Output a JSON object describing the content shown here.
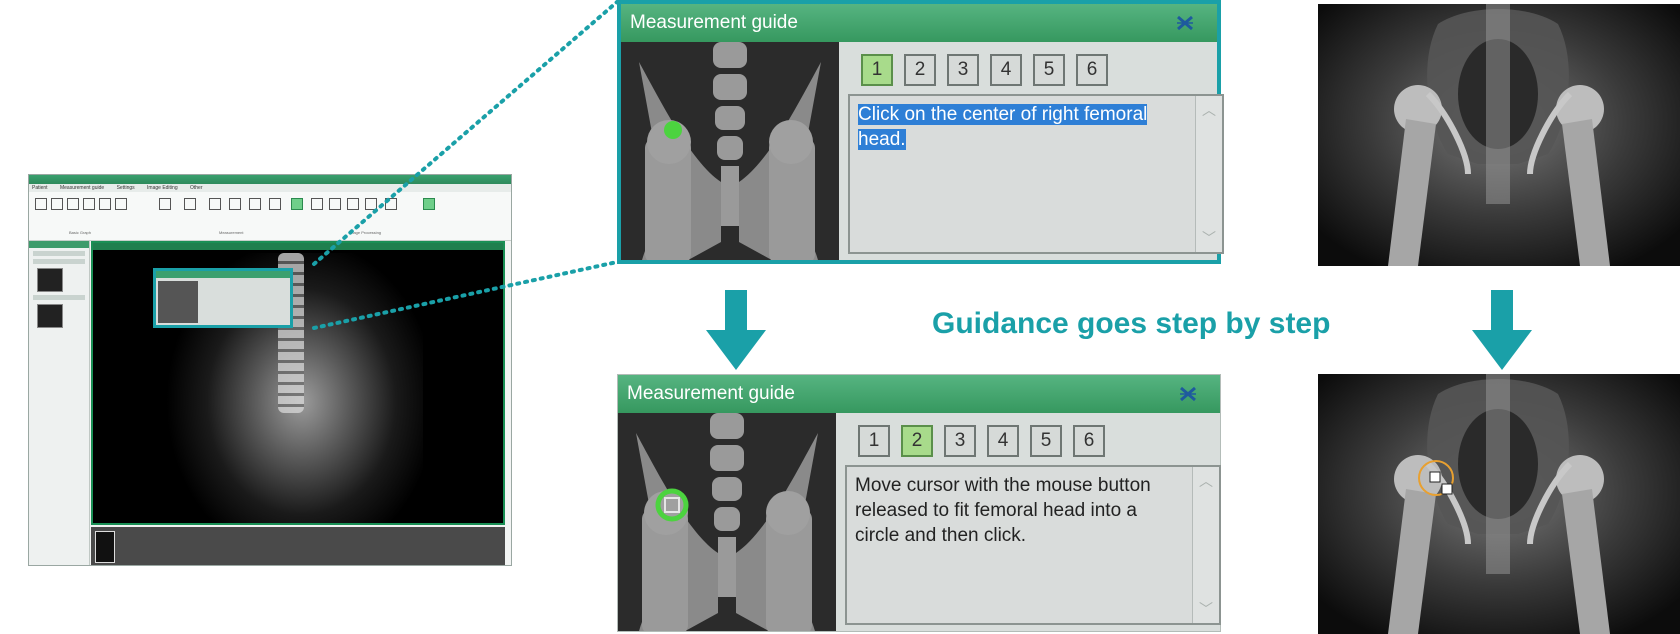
{
  "mini_app": {
    "menu": [
      "Patient",
      "Measurement guide",
      "Settings",
      "Image Editing",
      "Other"
    ],
    "ribbon_groups": [
      "Basic Graph",
      "Measurement",
      "Image Processing"
    ]
  },
  "guide_top": {
    "title": "Measurement guide",
    "steps": [
      "1",
      "2",
      "3",
      "4",
      "5",
      "6"
    ],
    "active_step": "1",
    "instruction": "Click on the center of right femoral head."
  },
  "guide_bottom": {
    "title": "Measurement guide",
    "steps": [
      "1",
      "2",
      "3",
      "4",
      "5",
      "6"
    ],
    "active_step": "2",
    "instruction": "Move cursor with the mouse button released to fit femoral head into a circle and then click."
  },
  "caption": "Guidance goes step by step",
  "colors": {
    "teal": "#1aa0a8",
    "green_header": "#3ca06f",
    "active_step": "#a8db8b",
    "selection": "#2e7fd6"
  },
  "icons": [
    "close-icon",
    "arrow-down-icon",
    "scroll-up-icon",
    "scroll-down-icon"
  ]
}
